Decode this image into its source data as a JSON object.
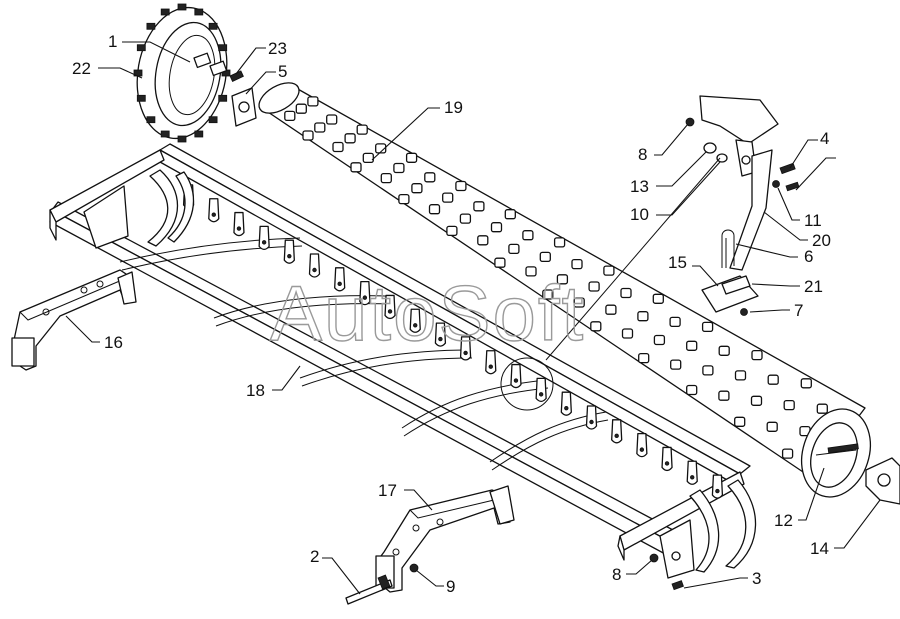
{
  "watermark": "AutoSoft",
  "callouts": {
    "c1": "1",
    "c22": "22",
    "c23": "23",
    "c5": "5",
    "c19": "19",
    "c8a": "8",
    "c13": "13",
    "c10": "10",
    "c4": "4",
    "c11": "11",
    "c20": "20",
    "c6": "6",
    "c15": "15",
    "c21": "21",
    "c7": "7",
    "c16": "16",
    "c18": "18",
    "c17": "17",
    "c2": "2",
    "c9": "9",
    "c8b": "8",
    "c3": "3",
    "c12": "12",
    "c14": "14"
  },
  "colors": {
    "line": "#111111",
    "watermark": "#9a9a9a",
    "background": "#ffffff"
  }
}
